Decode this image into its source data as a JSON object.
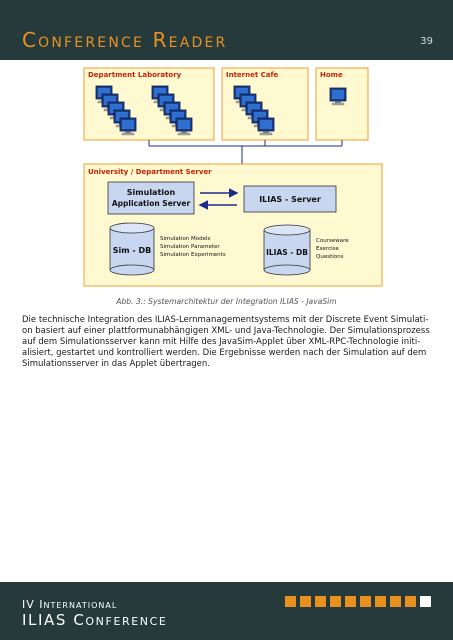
{
  "header": {
    "title": "Conference Reader",
    "page_number": "39"
  },
  "figure": {
    "boxes": {
      "department_laboratory": "Department Laboratory",
      "internet_cafe": "Internet Cafe",
      "home": "Home",
      "university_server": "University / Department Server"
    },
    "simulation_server": [
      "Simulation",
      "Application Server"
    ],
    "ilias_server": "ILIAS - Server",
    "sim_db": "Sim - DB",
    "sim_db_items": [
      "Simulation Models",
      "Simulation Parameter",
      "Simulation Experiments"
    ],
    "ilias_db": "ILIAS - DB",
    "ilias_db_items": [
      "Courseware",
      "Exercise",
      "Questions"
    ],
    "caption": "Abb. 3.: Systemarchitektur der Integration ILIAS - JavaSim"
  },
  "body": {
    "lines": [
      "Die technische Integration des ILIAS-Lernmanagementsystems mit der Discrete Event Simulati-",
      "on basiert auf einer plattformunabhängigen XML- und Java-Technologie. Der Simulationsprozess",
      "auf dem Simulationsserver kann mit Hilfe des JavaSim-Applet über XML-RPC-Technologie initi-",
      "alisiert, gestartet und kontrolliert werden. Die Ergebnisse werden nach der Simulation auf dem",
      "Simulationsserver in das Applet übertragen."
    ]
  },
  "footer": {
    "line1": "IV International",
    "line2": "ILIAS Conference"
  },
  "colors": {
    "header_bg": "#263a3c",
    "accent_orange": "#e8911f",
    "box_fill": "#fff9d1",
    "box_border": "#f0a030",
    "label_red": "#cc2200"
  }
}
